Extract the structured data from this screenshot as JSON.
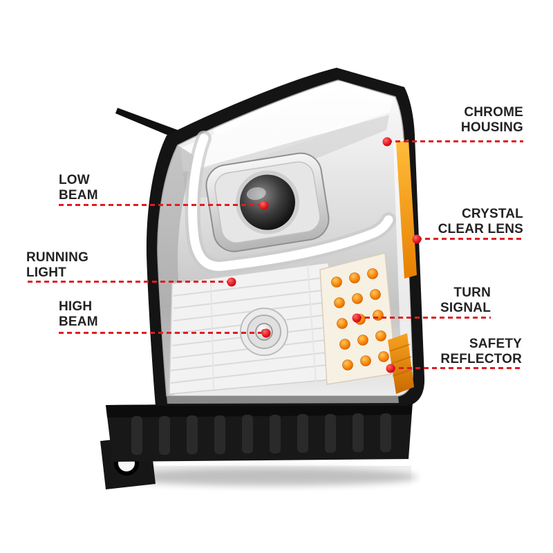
{
  "callouts": {
    "chrome_housing": {
      "line1": "CHROME",
      "line2": "HOUSING"
    },
    "low_beam": {
      "line1": "LOW",
      "line2": "BEAM"
    },
    "crystal_clear_lens": {
      "line1": "CRYSTAL",
      "line2": "CLEAR LENS"
    },
    "running_light": {
      "line1": "RUNNING",
      "line2": "LIGHT"
    },
    "turn_signal": {
      "line1": "TURN",
      "line2": "SIGNAL"
    },
    "high_beam": {
      "line1": "HIGH",
      "line2": "BEAM"
    },
    "safety_reflector": {
      "line1": "SAFETY",
      "line2": "REFLECTOR"
    }
  },
  "colors": {
    "accent_red": "#e11b22",
    "label_text": "#232323",
    "amber": "#f59a1a",
    "chrome": "#d9d9d9",
    "background": "#ffffff"
  }
}
